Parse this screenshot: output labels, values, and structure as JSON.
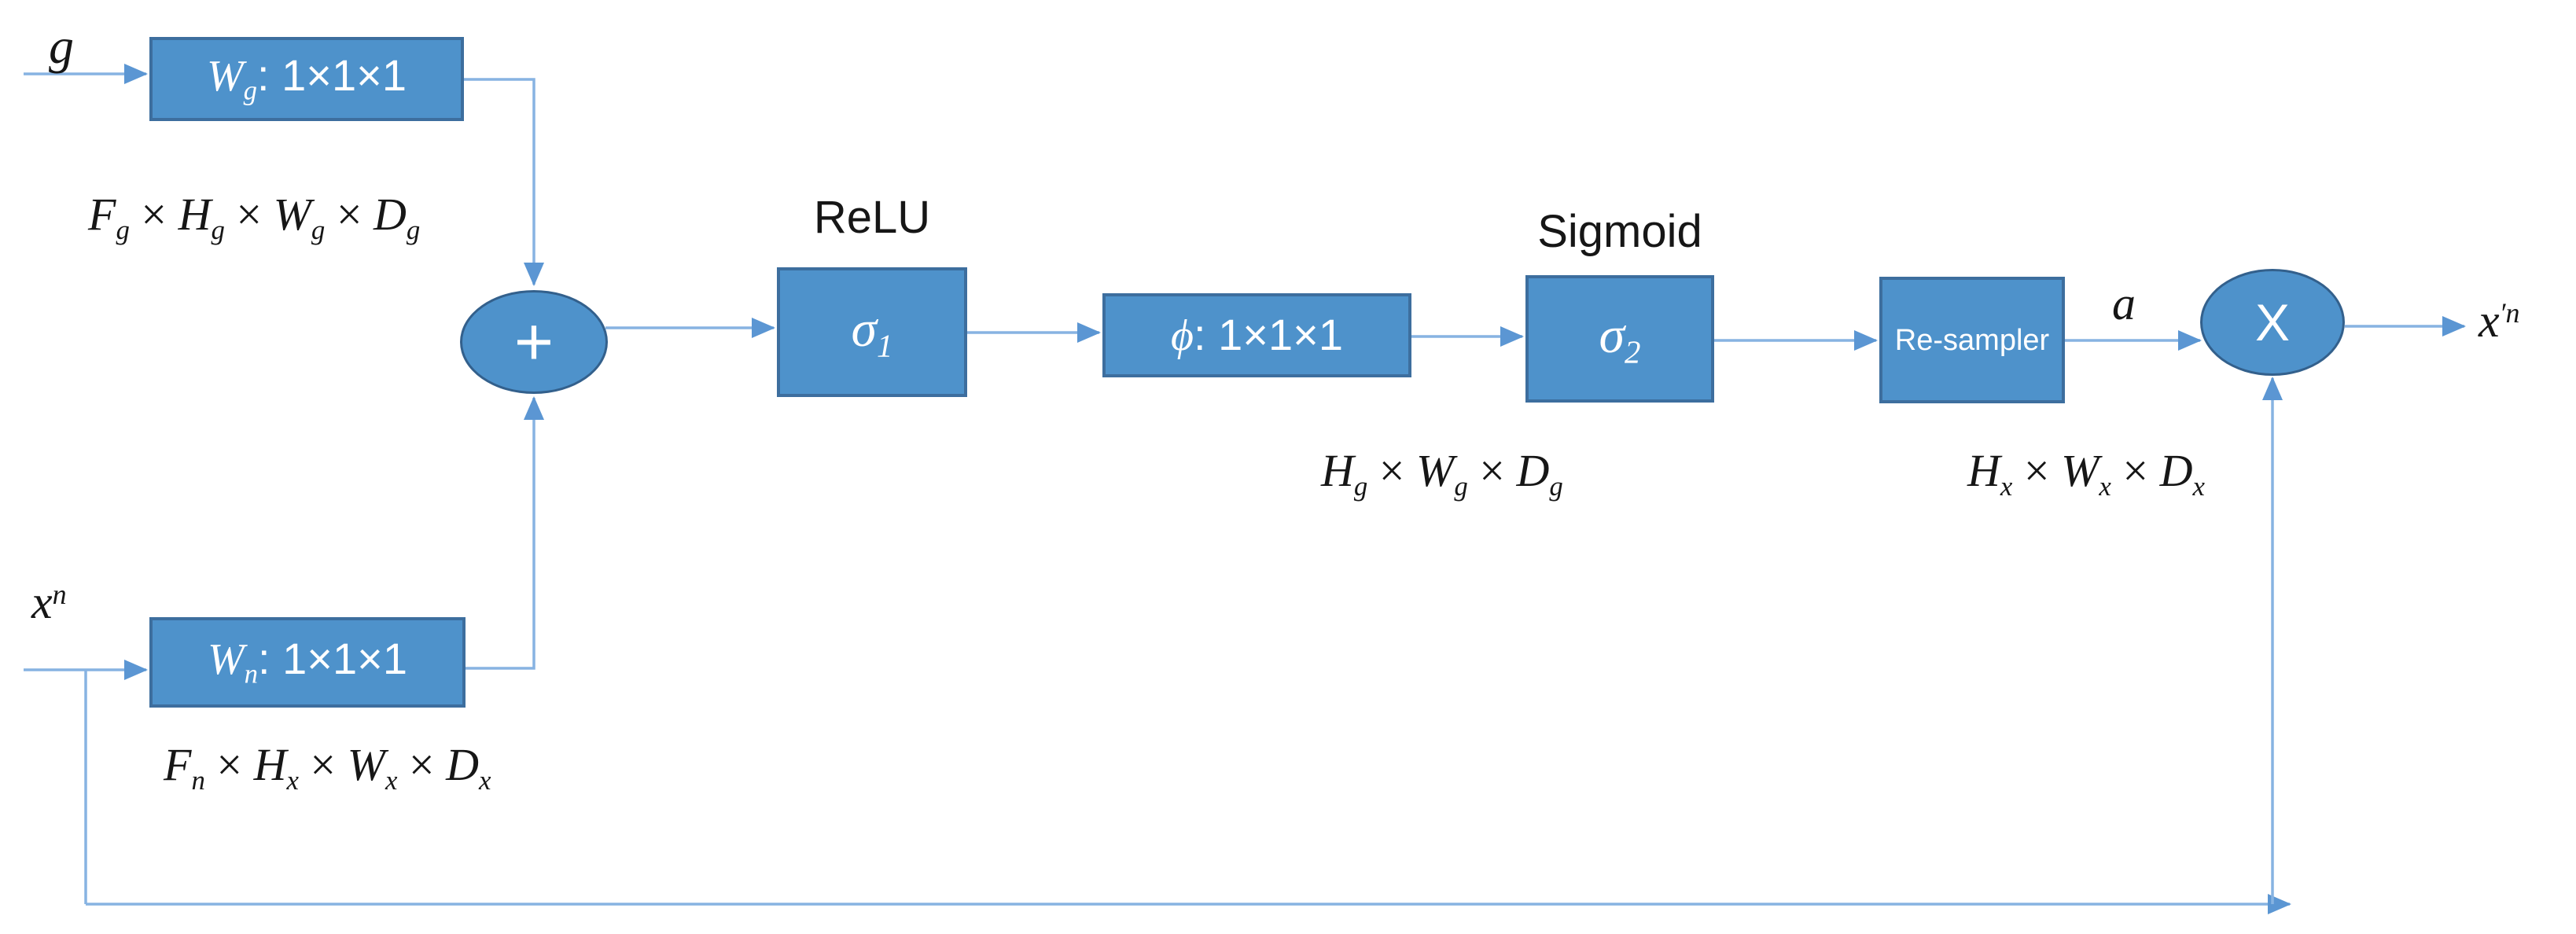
{
  "colors": {
    "box_fill": "#4E92CB",
    "box_border": "#3D6E9E",
    "ellipse_border": "#33608C",
    "wire": "#87B3E2",
    "arrowhead": "#5B96D3",
    "box_text": "#FFFFFF",
    "annotation_text": "#161616"
  },
  "nodes": {
    "wg": {
      "label": [
        {
          "t": "W",
          "sub": "g",
          "it": true
        },
        {
          "t": ": 1×1×1"
        }
      ]
    },
    "wn": {
      "label": [
        {
          "t": "W",
          "sub": "n",
          "it": true
        },
        {
          "t": ": 1×1×1"
        }
      ]
    },
    "sigma1": {
      "label": [
        {
          "t": "σ",
          "sub": "1",
          "it": true
        }
      ]
    },
    "phi": {
      "label": [
        {
          "t": "ϕ",
          "it": true
        },
        {
          "t": ": 1×1×1"
        }
      ]
    },
    "sigma2": {
      "label": [
        {
          "t": "σ",
          "sub": "2",
          "it": true
        }
      ]
    },
    "resampler": {
      "label": "Re-sampler"
    },
    "add": {
      "symbol": "+"
    },
    "multiply": {
      "symbol": "X"
    }
  },
  "annotations": {
    "relu": "ReLU",
    "sigmoid": "Sigmoid",
    "g_input": [
      {
        "t": "g",
        "it": true
      }
    ],
    "xn_input": [
      {
        "t": "x",
        "sup": "n",
        "it": true
      }
    ],
    "a_signal": [
      {
        "t": "a",
        "it": true
      }
    ],
    "output": [
      {
        "t": "x",
        "sup": "′n",
        "it": true
      }
    ],
    "dims_g": [
      {
        "t": "F",
        "sub": "g",
        "it": true
      },
      {
        "t": " × "
      },
      {
        "t": "H",
        "sub": "g",
        "it": true
      },
      {
        "t": " × "
      },
      {
        "t": "W",
        "sub": "g",
        "it": true
      },
      {
        "t": " × "
      },
      {
        "t": "D",
        "sub": "g",
        "it": true
      }
    ],
    "dims_n": [
      {
        "t": "F",
        "sub": "n",
        "it": true
      },
      {
        "t": " × "
      },
      {
        "t": "H",
        "sub": "x",
        "it": true
      },
      {
        "t": " × "
      },
      {
        "t": "W",
        "sub": "x",
        "it": true
      },
      {
        "t": " × "
      },
      {
        "t": "D",
        "sub": "x",
        "it": true
      }
    ],
    "dims_gate": [
      {
        "t": "H",
        "sub": "g",
        "it": true
      },
      {
        "t": " × "
      },
      {
        "t": "W",
        "sub": "g",
        "it": true
      },
      {
        "t": " × "
      },
      {
        "t": "D",
        "sub": "g",
        "it": true
      }
    ],
    "dims_x": [
      {
        "t": "H",
        "sub": "x",
        "it": true
      },
      {
        "t": " × "
      },
      {
        "t": "W",
        "sub": "x",
        "it": true
      },
      {
        "t": " × "
      },
      {
        "t": "D",
        "sub": "x",
        "it": true
      }
    ]
  }
}
